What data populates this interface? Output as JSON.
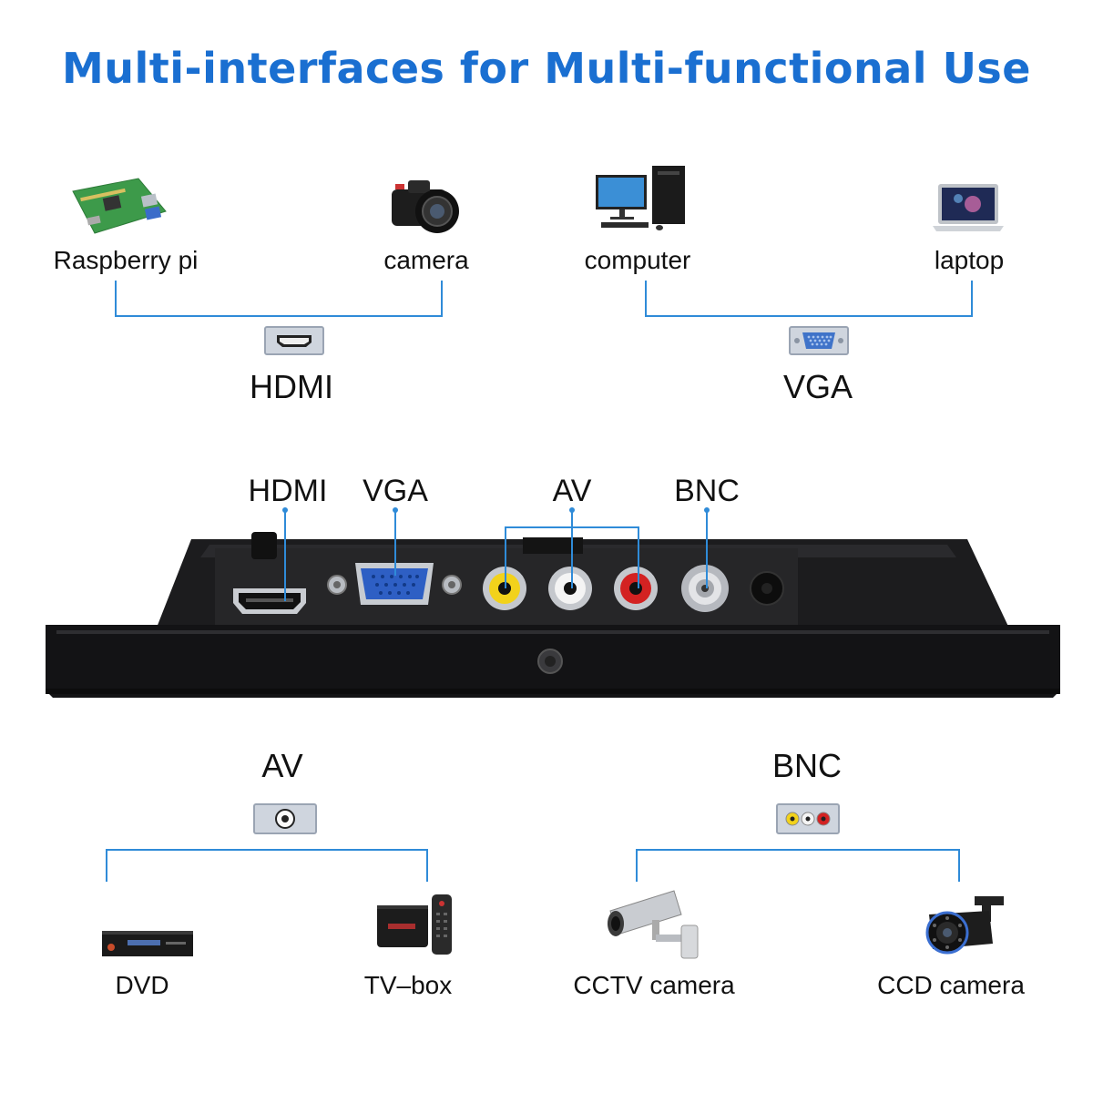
{
  "title": "Multi-interfaces for Multi-functional Use",
  "top_groups": [
    {
      "port": "HDMI",
      "devices": [
        "Raspberry pi",
        "camera"
      ]
    },
    {
      "port": "VGA",
      "devices": [
        "computer",
        "laptop"
      ]
    }
  ],
  "panel_ports": [
    "HDMI",
    "VGA",
    "AV",
    "BNC"
  ],
  "bottom_groups": [
    {
      "port": "AV",
      "devices": [
        "DVD",
        "TV–box"
      ]
    },
    {
      "port": "BNC",
      "devices": [
        "CCTV camera",
        "CCD camera"
      ]
    }
  ],
  "icons": {
    "raspberry_pi": "raspberry-pi-board-icon",
    "camera": "dslr-camera-icon",
    "computer": "desktop-computer-icon",
    "laptop": "laptop-icon",
    "hdmi": "hdmi-port-icon",
    "vga": "vga-port-icon",
    "av": "av-port-icon",
    "bnc": "rca-ports-icon",
    "dvd": "dvd-player-icon",
    "tv_box": "tv-box-icon",
    "cctv": "cctv-camera-icon",
    "ccd": "ccd-camera-icon"
  },
  "colors": {
    "accent": "#1a6fd1",
    "line": "#2f8bd8",
    "rca_yellow": "#f2d21b",
    "rca_red": "#d32222"
  }
}
